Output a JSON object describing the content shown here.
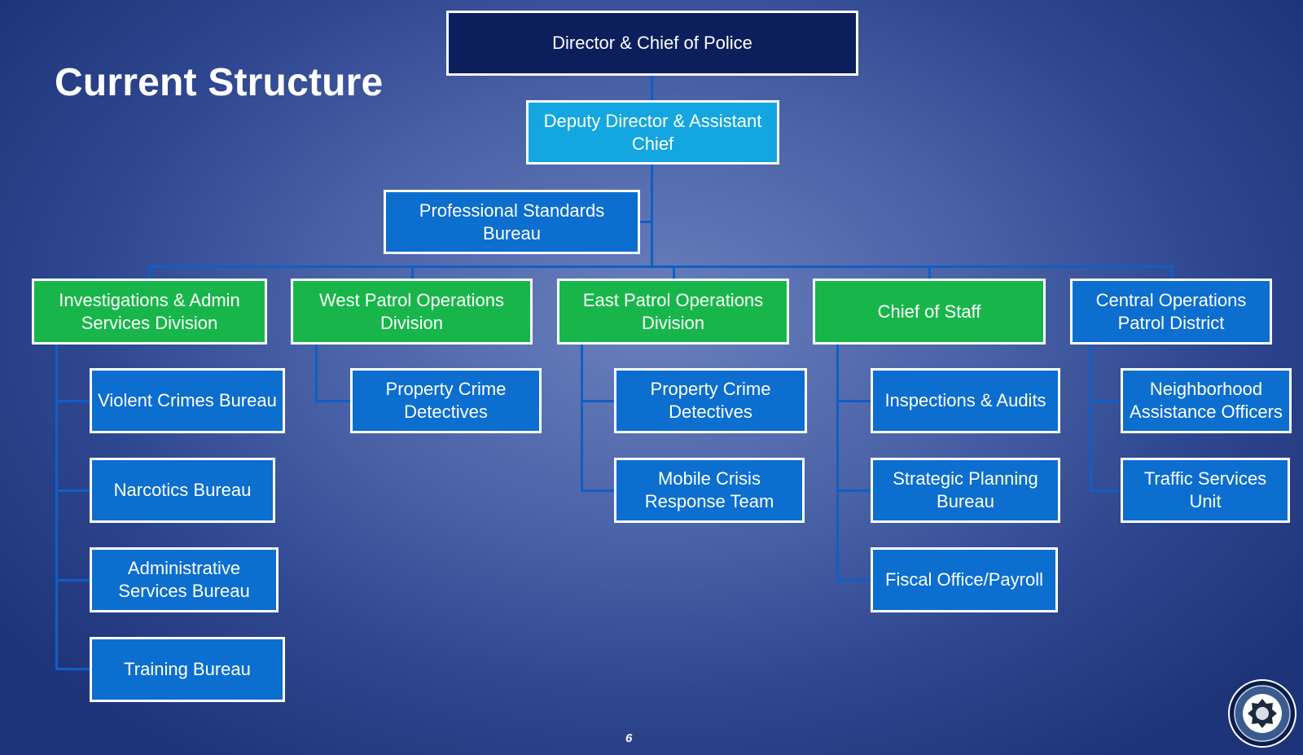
{
  "slide": {
    "title": "Current Structure",
    "page_number": "6"
  },
  "nodes": {
    "director": "Director & Chief of Police",
    "deputy_director": "Deputy Director & Assistant Chief",
    "professional_standards": "Professional Standards Bureau",
    "investigations_admin": "Investigations & Admin Services Division",
    "west_patrol": "West Patrol Operations Division",
    "east_patrol": "East Patrol Operations Division",
    "chief_of_staff": "Chief of Staff",
    "central_operations": "Central Operations Patrol District",
    "violent_crimes": "Violent Crimes Bureau",
    "narcotics": "Narcotics Bureau",
    "administrative_services": "Administrative Services Bureau",
    "training": "Training Bureau",
    "west_property_crime": "Property Crime Detectives",
    "east_property_crime": "Property Crime Detectives",
    "mobile_crisis": "Mobile Crisis Response Team",
    "inspections_audits": "Inspections & Audits",
    "strategic_planning": "Strategic Planning Bureau",
    "fiscal_payroll": "Fiscal Office/Payroll",
    "neighborhood_assistance": "Neighborhood Assistance Officers",
    "traffic_services": "Traffic Services Unit"
  },
  "colors": {
    "background": "#3f5aa0",
    "executive_box": "#0c1f5c",
    "deputy_box": "#13a6e0",
    "bureau_box": "#0c6ecf",
    "division_box": "#18b64a",
    "connector": "#0f5fc4"
  },
  "icons": {
    "seal": "department-seal-icon"
  }
}
